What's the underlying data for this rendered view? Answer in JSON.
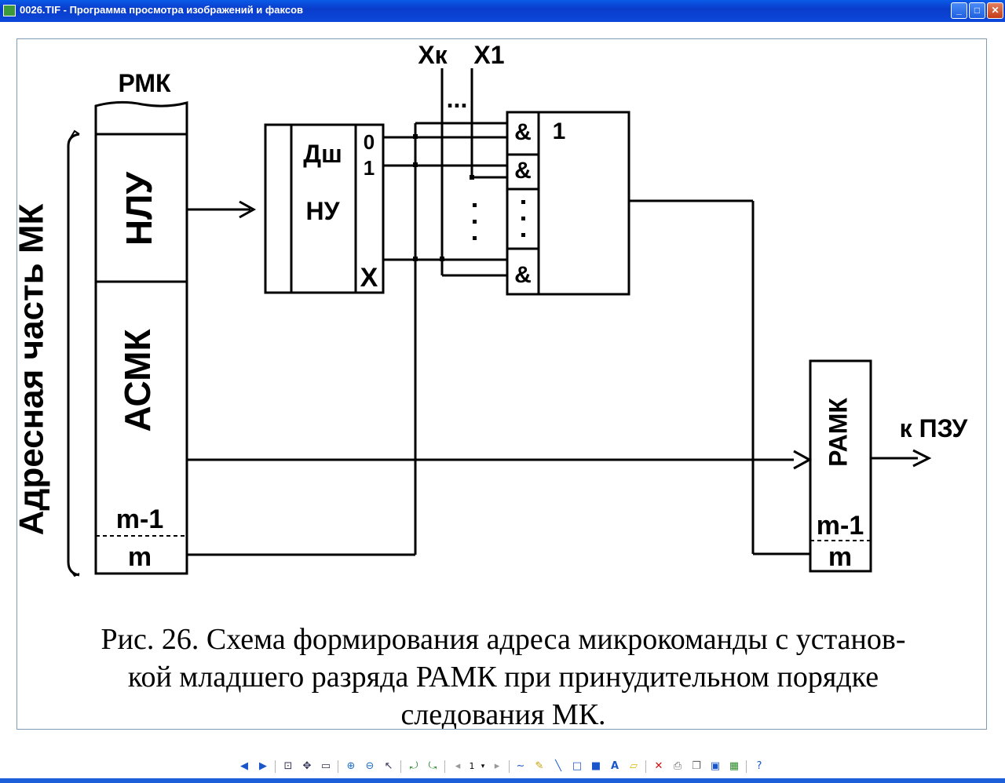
{
  "window": {
    "title": "0026.TIF - Программа просмотра изображений и факсов",
    "minimize_glyph": "_",
    "maximize_glyph": "□",
    "close_glyph": "✕"
  },
  "diagram": {
    "reg_rmk": "РМК",
    "field_nlu": "НЛУ",
    "field_asmk": "АСМК",
    "bit_m1": "m-1",
    "bit_m": "m",
    "address_part": "Адресная часть МК",
    "decoder_title": "Дш",
    "decoder_sub": "НУ",
    "dec_out_0": "0",
    "dec_out_1": "1",
    "dec_out_x": "X",
    "input_xk": "Хк",
    "input_x1": "Х1",
    "dots_h": "...",
    "and_sym": "&",
    "or_sym": "1",
    "ramk": "РАМК",
    "ramk_m1": "m-1",
    "ramk_m": "m",
    "to_pzu": "к ПЗУ",
    "caption_line1": "Рис. 26. Схема формирования адреса микрокоманды с установ-",
    "caption_line2": "кой младшего разряда РАМК при принудительном  порядке",
    "caption_line3": "следования МК."
  },
  "toolbar": {
    "page_number": "1",
    "icons": [
      "prev-image-icon",
      "next-image-icon",
      "best-fit-icon",
      "actual-size-icon",
      "slideshow-icon",
      "zoom-in-icon",
      "zoom-out-icon",
      "select-icon",
      "rotate-cw-icon",
      "rotate-ccw-icon",
      "first-page-icon",
      "page-dropdown-icon",
      "next-page-icon",
      "freehand-icon",
      "highlighter-icon",
      "line-icon",
      "frame-icon",
      "filled-rect-icon",
      "text-icon",
      "note-icon",
      "delete-icon",
      "print-icon",
      "copy-icon",
      "save-icon",
      "edit-icon",
      "help-icon"
    ]
  }
}
